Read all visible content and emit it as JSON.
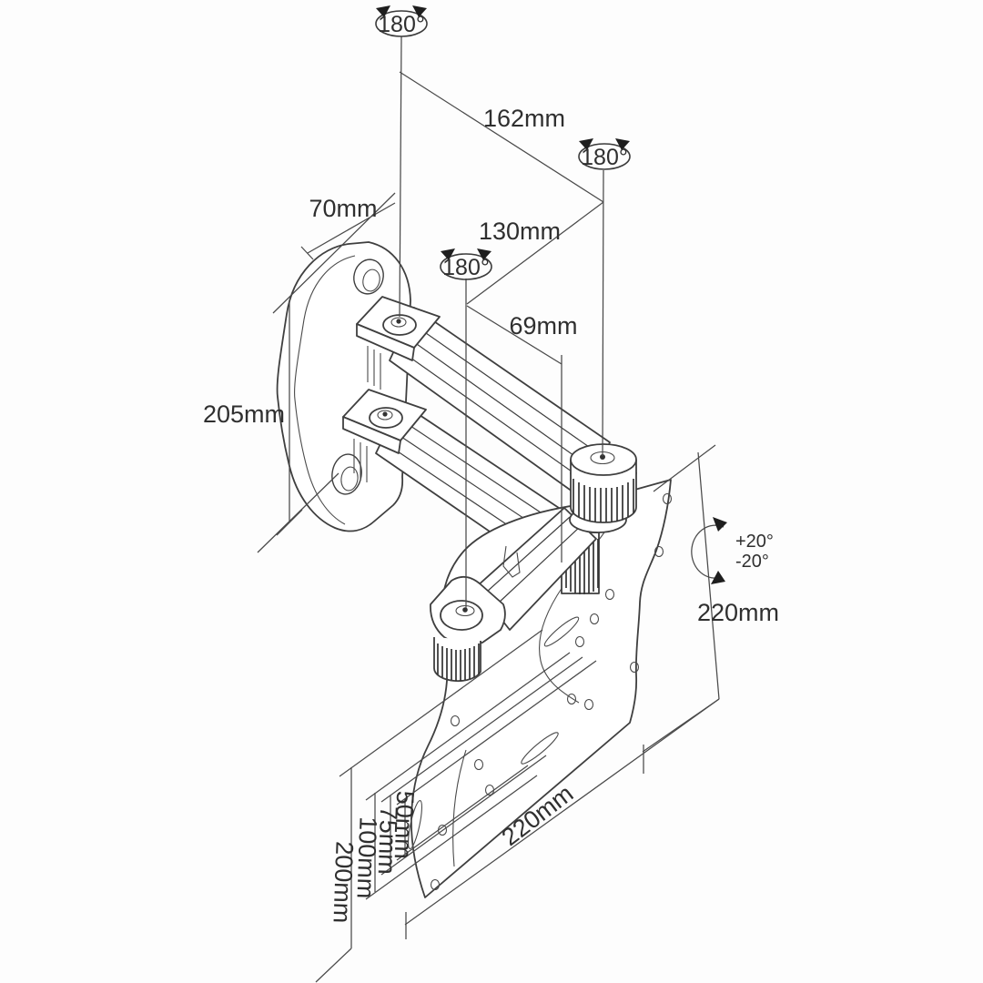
{
  "page": {
    "background": "#fdfdfd",
    "line_color": "#3f3f3f",
    "dimension_color": "#4a4a4a"
  },
  "annotations": {
    "swivel_wall": "180°",
    "swivel_mid": "180°",
    "swivel_front": "180°",
    "dim_arm_total": "162mm",
    "dim_plate_depth": "70mm",
    "dim_arm_first": "130mm",
    "dim_arm_second": "69mm",
    "dim_wall_plate_height": "205mm",
    "tilt_up": "+20°",
    "tilt_down": "-20°",
    "dim_tv_plate_height": "220mm",
    "dim_tv_plate_width": "220mm",
    "vesa_50": "50mm",
    "vesa_75": "75mm",
    "vesa_100": "100mm",
    "vesa_200": "200mm"
  }
}
